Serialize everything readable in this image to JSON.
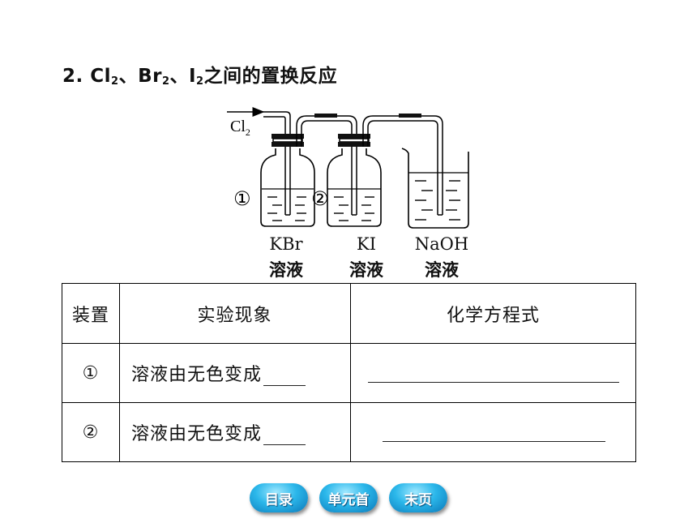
{
  "title": {
    "prefix": "2. Cl",
    "sub1": "2",
    "mid1": "、Br",
    "sub2": "2",
    "mid2": "、I",
    "sub3": "2",
    "suffix": "之间的置换反应"
  },
  "apparatus": {
    "gas": "Cl",
    "gas_sub": "2",
    "marker1": "①",
    "marker2": "②",
    "bottles": [
      {
        "reagent": "KBr",
        "state": "溶液"
      },
      {
        "reagent": "KI",
        "state": "溶液"
      },
      {
        "reagent": "NaOH",
        "state": "溶液"
      }
    ]
  },
  "table": {
    "headers": [
      "装置",
      "实验现象",
      "化学方程式"
    ],
    "rows": [
      {
        "device": "①",
        "phenomenon": "溶液由无色变成"
      },
      {
        "device": "②",
        "phenomenon": "溶液由无色变成"
      }
    ]
  },
  "nav": {
    "catalog": "目录",
    "unit_first": "单元首",
    "last_page": "末页",
    "color": "#2bb7ea"
  }
}
